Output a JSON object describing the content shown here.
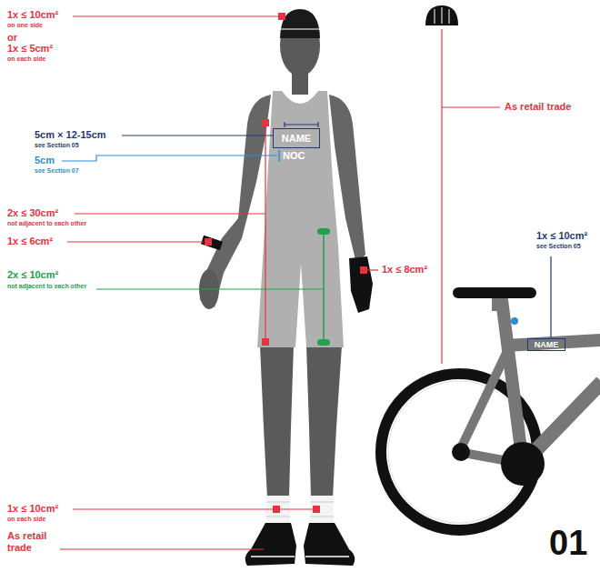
{
  "diagram": {
    "nodes": [
      {
        "text": [
          "NAME"
        ]
      },
      {
        "text": [
          "NAME"
        ]
      }
    ],
    "labels": [
      "1x ≤ 10cm²",
      "on one side",
      "or",
      "1x ≤ 5cm²",
      "on each side",
      "As retail trade",
      "5cm × 12-15cm",
      "see Section 05",
      "NOC",
      "5cm",
      "see Section 07",
      "2x ≤ 30cm²",
      "not adjacent to each other",
      "1x ≤ 10cm²",
      "see Section 05",
      "1x ≤ 6cm²",
      "1x ≤ 8cm²",
      "2x ≤ 10cm²",
      "not adjacent to each other",
      "1x ≤ 10cm²",
      "on each side",
      "As retail trade",
      "01"
    ]
  }
}
